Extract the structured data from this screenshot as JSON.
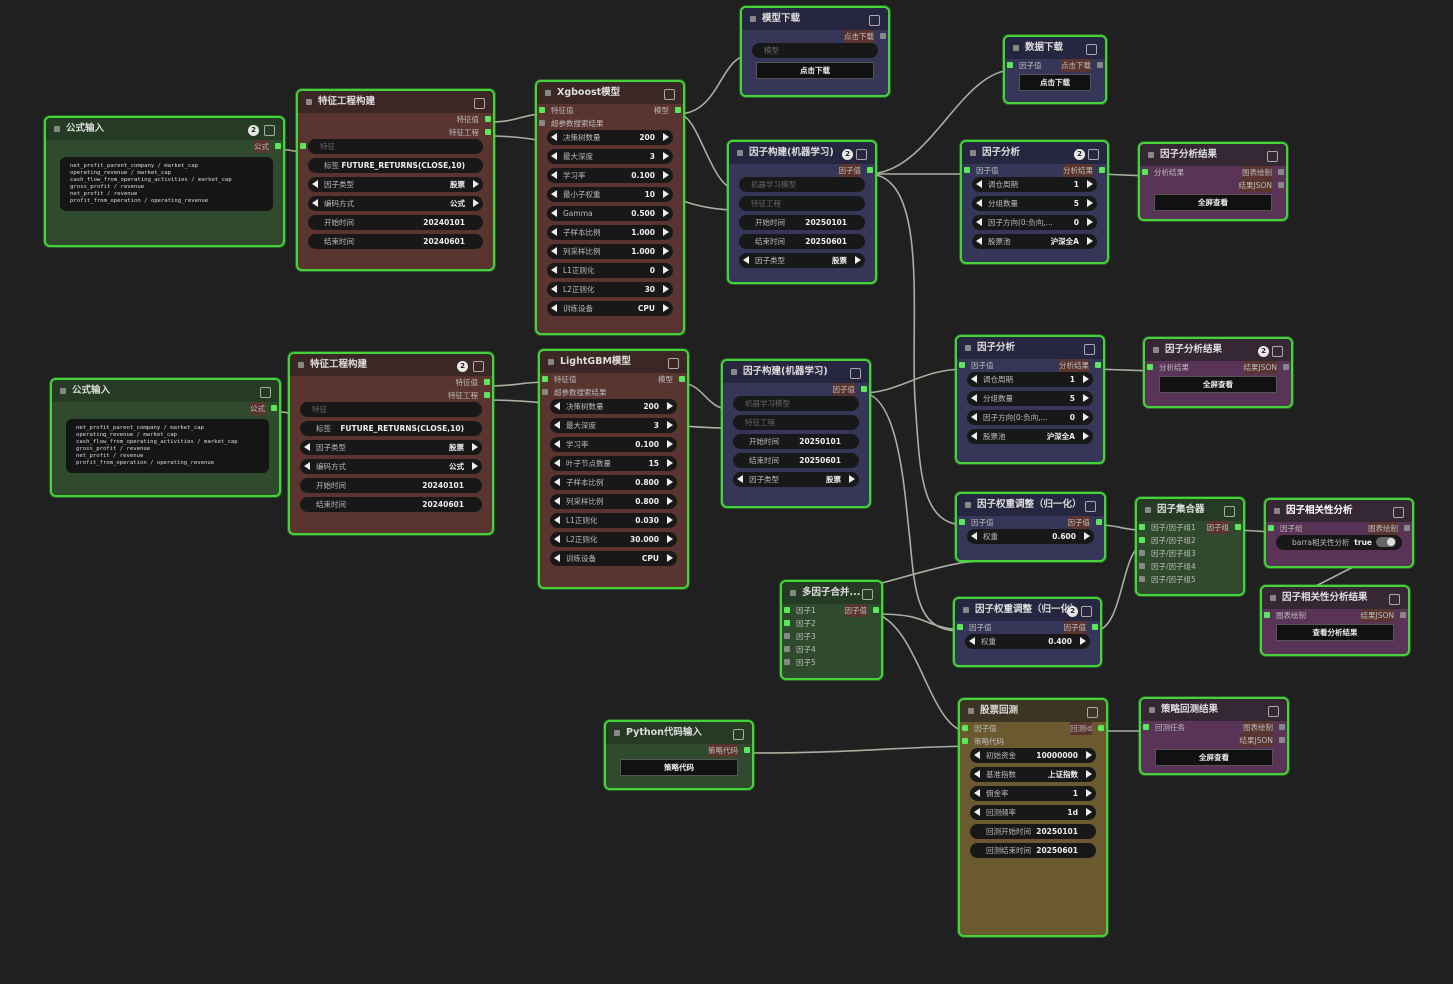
{
  "formula1": {
    "title": "公式输入",
    "badge": "2",
    "output": "公式",
    "text": "net_profit_parent_company / market_cap\noperating_revenue / market_cap\ncash_flow_from_operating_activities / market_cap\ngross_profit / revenue\nnet_profit / revenue\nprofit_from_operation / operating_revenue"
  },
  "formula2": {
    "title": "公式输入",
    "output": "公式",
    "text": "net_profit_parent_company / market_cap\noperating_revenue / market_cap\ncash_flow_from_operating_activities / market_cap\ngross_profit / revenue\nnet_profit / revenue\nprofit_from_operation / operating_revenue"
  },
  "fe1": {
    "title": "特征工程构建",
    "out1": "特征值",
    "out2": "特征工程",
    "input": "特征",
    "label_k": "标签",
    "label_v": "FUTURE_RETURNS(CLOSE,10)",
    "ftype_k": "因子类型",
    "ftype_v": "股票",
    "enc_k": "编码方式",
    "enc_v": "公式",
    "start_k": "开始时间",
    "start_v": "20240101",
    "end_k": "结束时间",
    "end_v": "20240601"
  },
  "fe2": {
    "title": "特征工程构建",
    "badge": "2",
    "out1": "特征值",
    "out2": "特征工程",
    "input": "特征",
    "label_k": "标签",
    "label_v": "FUTURE_RETURNS(CLOSE,10)",
    "ftype_k": "因子类型",
    "ftype_v": "股票",
    "enc_k": "编码方式",
    "enc_v": "公式",
    "start_k": "开始时间",
    "start_v": "20240101",
    "end_k": "结束时间",
    "end_v": "20240601"
  },
  "xgb": {
    "title": "Xgboost模型",
    "in1": "特征值",
    "out": "模型",
    "in2": "超参数搜索结果",
    "params": [
      {
        "k": "决策树数量",
        "v": "200"
      },
      {
        "k": "最大深度",
        "v": "3"
      },
      {
        "k": "学习率",
        "v": "0.100"
      },
      {
        "k": "最小子权重",
        "v": "10"
      },
      {
        "k": "Gamma",
        "v": "0.500"
      },
      {
        "k": "子样本比例",
        "v": "1.000"
      },
      {
        "k": "列采样比例",
        "v": "1.000"
      },
      {
        "k": "L1正则化",
        "v": "0"
      },
      {
        "k": "L2正则化",
        "v": "30"
      },
      {
        "k": "训练设备",
        "v": "CPU"
      }
    ]
  },
  "lgb": {
    "title": "LightGBM模型",
    "in1": "特征值",
    "out": "模型",
    "in2": "超参数搜索结果",
    "params": [
      {
        "k": "决策树数量",
        "v": "200"
      },
      {
        "k": "最大深度",
        "v": "3"
      },
      {
        "k": "学习率",
        "v": "0.100"
      },
      {
        "k": "叶子节点数量",
        "v": "15"
      },
      {
        "k": "子样本比例",
        "v": "0.800"
      },
      {
        "k": "列采样比例",
        "v": "0.800"
      },
      {
        "k": "L1正则化",
        "v": "0.030"
      },
      {
        "k": "L2正则化",
        "v": "30.000"
      },
      {
        "k": "训练设备",
        "v": "CPU"
      }
    ]
  },
  "modeldl": {
    "title": "模型下载",
    "out": "点击下载",
    "in": "模型",
    "btn": "点击下载"
  },
  "datadl": {
    "title": "数据下载",
    "in": "因子值",
    "out": "点击下载",
    "btn": "点击下载"
  },
  "fb1": {
    "title": "因子构建(机器学习)",
    "badge": "2",
    "out": "因子值",
    "in1": "机器学习模型",
    "in2": "特征工程",
    "start_k": "开始时间",
    "start_v": "20250101",
    "end_k": "结束时间",
    "end_v": "20250601",
    "ftype_k": "因子类型",
    "ftype_v": "股票"
  },
  "fb2": {
    "title": "因子构建(机器学习)",
    "out": "因子值",
    "in1": "机器学习模型",
    "in2": "特征工程",
    "start_k": "开始时间",
    "start_v": "20250101",
    "end_k": "结束时间",
    "end_v": "20250601",
    "ftype_k": "因子类型",
    "ftype_v": "股票"
  },
  "fa1": {
    "title": "因子分析",
    "badge": "2",
    "in": "因子值",
    "out": "分析结果",
    "p1_k": "调仓周期",
    "p1_v": "1",
    "p2_k": "分组数量",
    "p2_v": "5",
    "p3_k": "因子方向(0:负向,...",
    "p3_v": "0",
    "p4_k": "股票池",
    "p4_v": "沪深全A"
  },
  "fa2": {
    "title": "因子分析",
    "in": "因子值",
    "out": "分析结果",
    "p1_k": "调仓周期",
    "p1_v": "1",
    "p2_k": "分组数量",
    "p2_v": "5",
    "p3_k": "因子方向(0:负向,...",
    "p3_v": "0",
    "p4_k": "股票池",
    "p4_v": "沪深全A"
  },
  "far1": {
    "title": "因子分析结果",
    "in": "分析结果",
    "o1": "图表绘制",
    "o2": "结果JSON",
    "btn": "全屏查看"
  },
  "far2": {
    "title": "因子分析结果",
    "badge": "2",
    "in": "分析结果",
    "o1": "结果JSON",
    "btn": "全屏查看"
  },
  "fw1": {
    "title": "因子权重调整（归一化）",
    "in": "因子值",
    "out": "因子值",
    "k": "权重",
    "v": "0.600"
  },
  "fw2": {
    "title": "因子权重调整（归一化）",
    "badge": "2",
    "in": "因子值",
    "out": "因子值",
    "k": "权重",
    "v": "0.400"
  },
  "merge": {
    "title": "多因子合并...",
    "in": [
      "因子1",
      "因子2",
      "因子3",
      "因子4",
      "因子5"
    ],
    "out": "因子值"
  },
  "agg": {
    "title": "因子集合器",
    "in": [
      "因子/因子组1",
      "因子/因子组2",
      "因子/因子组3",
      "因子/因子组4",
      "因子/因子组5"
    ],
    "out": "因子组"
  },
  "corr": {
    "title": "因子相关性分析",
    "in": "因子组",
    "out": "图表绘制",
    "k": "barra相关性分析",
    "v": "true"
  },
  "corrres": {
    "title": "因子相关性分析结果",
    "in": "图表绘制",
    "out": "结果JSON",
    "btn": "查看分析结果"
  },
  "py": {
    "title": "Python代码输入",
    "out": "策略代码",
    "btn": "策略代码"
  },
  "bt": {
    "title": "股票回测",
    "in1": "因子值",
    "in2": "策略代码",
    "out": "回测id",
    "params": [
      {
        "k": "初始资金",
        "v": "10000000"
      },
      {
        "k": "基准指数",
        "v": "上证指数"
      },
      {
        "k": "佣金率",
        "v": "1"
      },
      {
        "k": "回测频率",
        "v": "1d"
      }
    ],
    "start_k": "回测开始时间",
    "start_v": "20250101",
    "end_k": "回测结束时间",
    "end_v": "20250601"
  },
  "btres": {
    "title": "策略回测结果",
    "in": "回测任务",
    "o1": "图表绘制",
    "o2": "结果JSON",
    "btn": "全屏查看"
  }
}
